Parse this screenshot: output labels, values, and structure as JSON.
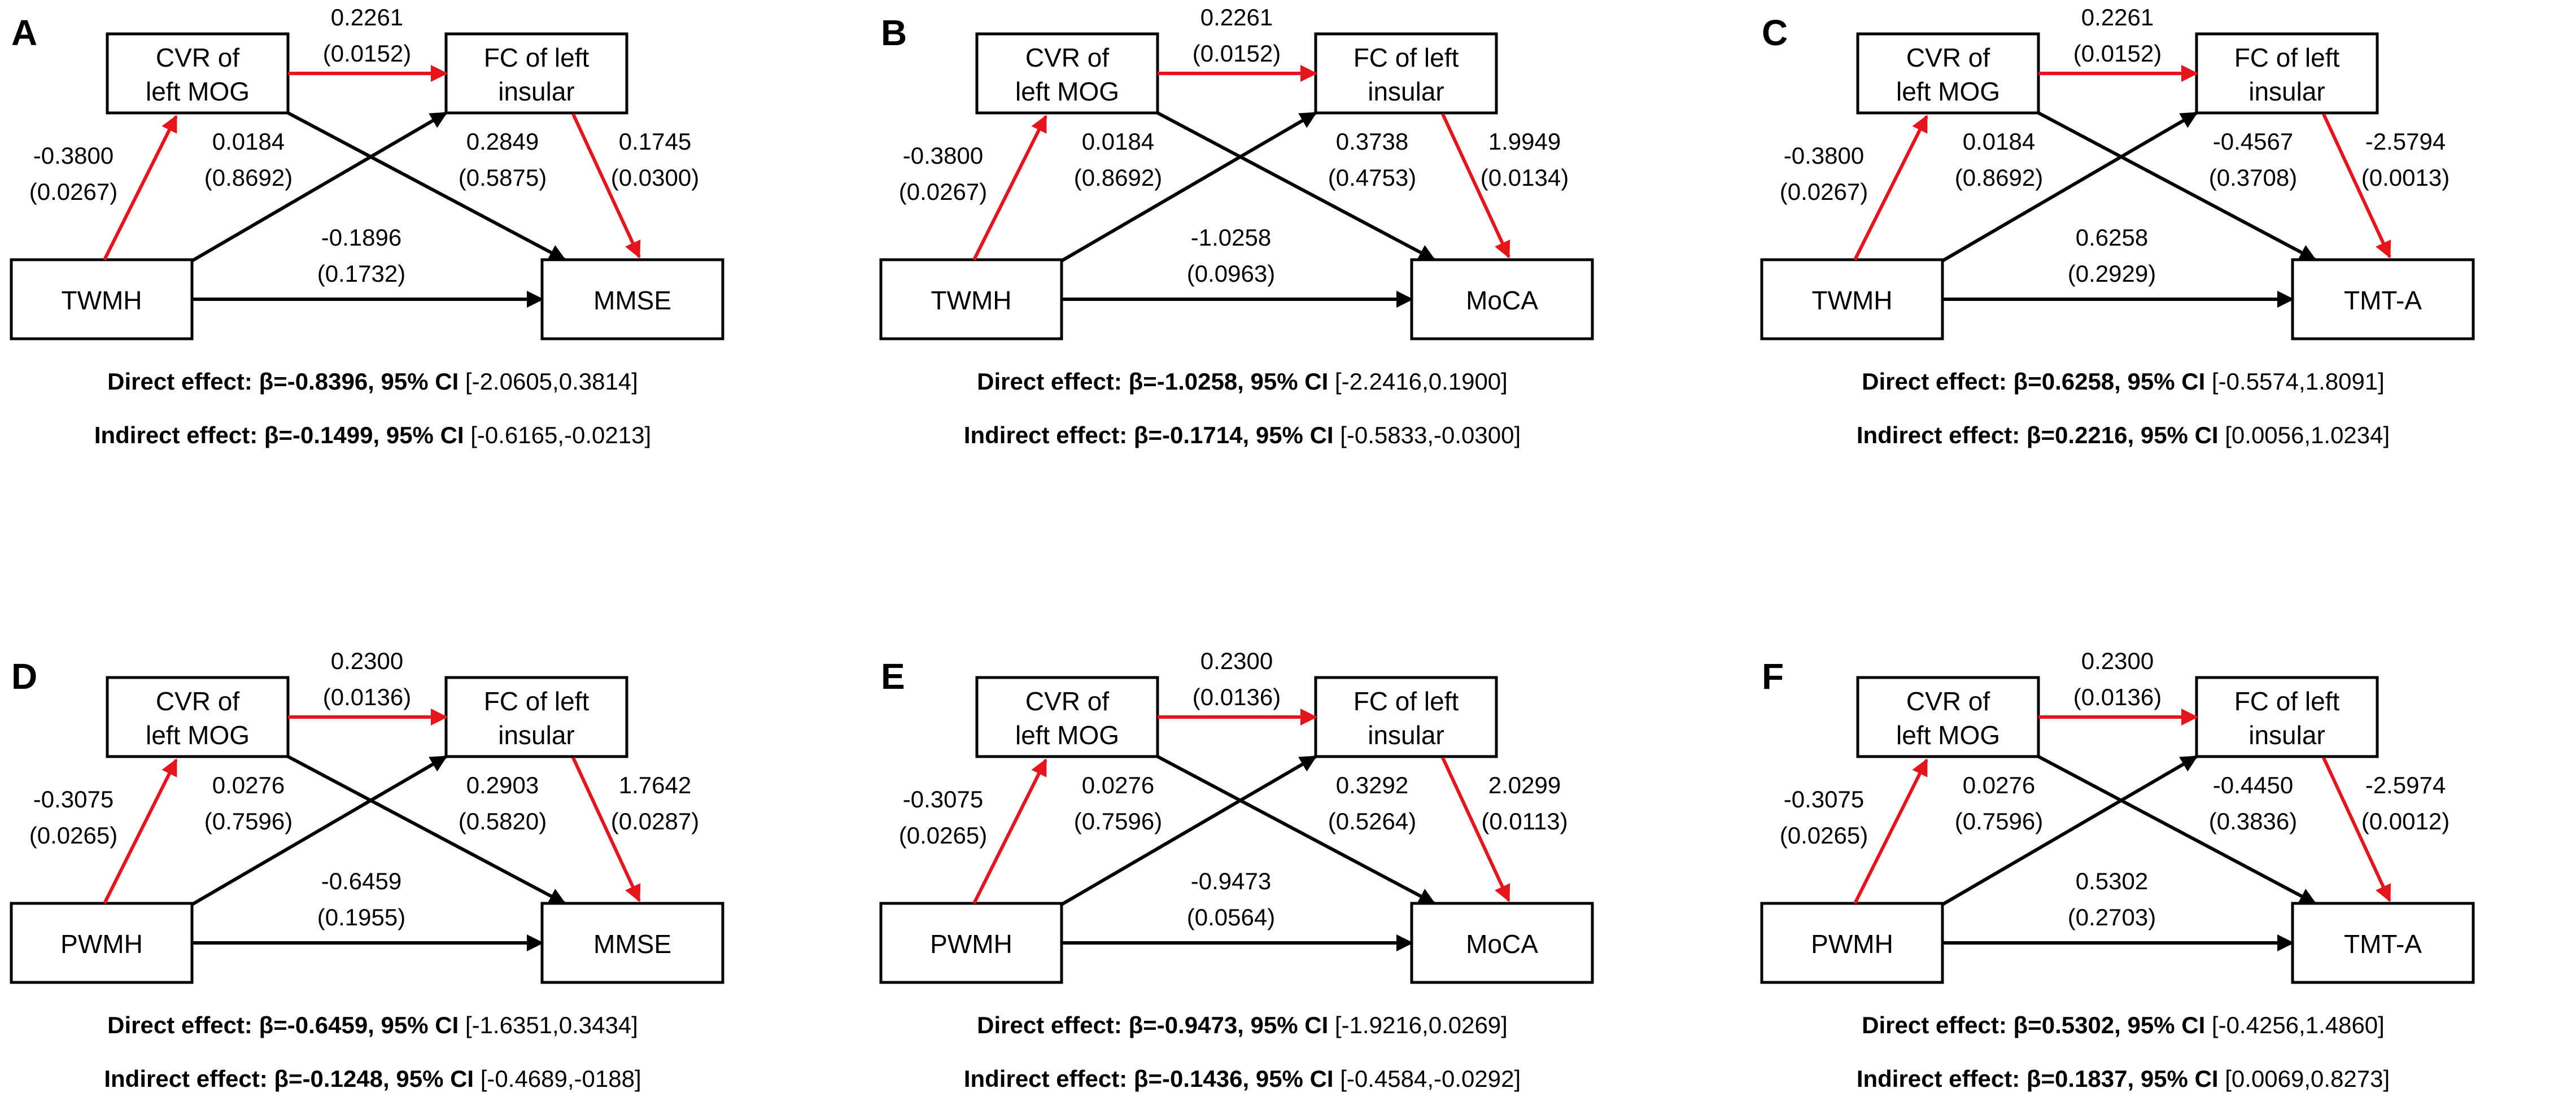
{
  "colors": {
    "mediation_path": "#e8141b",
    "other_path": "#000000",
    "box_stroke": "#000000",
    "text": "#000000"
  },
  "panels": [
    {
      "letter": "A",
      "nodes": {
        "mediator1": [
          "CVR of",
          "left MOG"
        ],
        "mediator2": [
          "FC of left",
          "insular"
        ],
        "predictor": "TWMH",
        "outcome": "MMSE"
      },
      "paths": {
        "m1_to_m2": [
          "0.2261",
          "(0.0152)"
        ],
        "x_to_m1": [
          "-0.3800",
          "(0.0267)"
        ],
        "x_to_m2": [
          "0.0184",
          "(0.8692)"
        ],
        "m1_to_y": [
          "0.2849",
          "(0.5875)"
        ],
        "m2_to_y": [
          "0.1745",
          "(0.0300)"
        ],
        "x_to_y": [
          "-0.1896",
          "(0.1732)"
        ]
      },
      "direct": {
        "label": "Direct effect:",
        "beta": "β=-0.8396,",
        "ci_label": "95%  CI",
        "ci": "[-2.0605,0.3814]"
      },
      "indirect": {
        "label": "Indirect effect:",
        "beta": "β=-0.1499,",
        "ci_label": "95%  CI",
        "ci": "[-0.6165,-0.0213]"
      }
    },
    {
      "letter": "B",
      "nodes": {
        "mediator1": [
          "CVR of",
          "left MOG"
        ],
        "mediator2": [
          "FC of left",
          "insular"
        ],
        "predictor": "TWMH",
        "outcome": "MoCA"
      },
      "paths": {
        "m1_to_m2": [
          "0.2261",
          "(0.0152)"
        ],
        "x_to_m1": [
          "-0.3800",
          "(0.0267)"
        ],
        "x_to_m2": [
          "0.0184",
          "(0.8692)"
        ],
        "m1_to_y": [
          "0.3738",
          "(0.4753)"
        ],
        "m2_to_y": [
          "1.9949",
          "(0.0134)"
        ],
        "x_to_y": [
          "-1.0258",
          "(0.0963)"
        ]
      },
      "direct": {
        "label": "Direct effect:",
        "beta": "β=-1.0258,",
        "ci_label": "95%  CI",
        "ci": "[-2.2416,0.1900]"
      },
      "indirect": {
        "label": "Indirect effect:",
        "beta": "β=-0.1714,",
        "ci_label": "95%  CI",
        "ci": "[-0.5833,-0.0300]"
      }
    },
    {
      "letter": "C",
      "nodes": {
        "mediator1": [
          "CVR of",
          "left MOG"
        ],
        "mediator2": [
          "FC of left",
          "insular"
        ],
        "predictor": "TWMH",
        "outcome": "TMT-A"
      },
      "paths": {
        "m1_to_m2": [
          "0.2261",
          "(0.0152)"
        ],
        "x_to_m1": [
          "-0.3800",
          "(0.0267)"
        ],
        "x_to_m2": [
          "0.0184",
          "(0.8692)"
        ],
        "m1_to_y": [
          "-0.4567",
          "(0.3708)"
        ],
        "m2_to_y": [
          "-2.5794",
          "(0.0013)"
        ],
        "x_to_y": [
          "0.6258",
          "(0.2929)"
        ]
      },
      "direct": {
        "label": "Direct effect:",
        "beta": "β=0.6258,",
        "ci_label": "95%  CI",
        "ci": "[-0.5574,1.8091]"
      },
      "indirect": {
        "label": "Indirect effect:",
        "beta": "β=0.2216,",
        "ci_label": "95%  CI",
        "ci": "[0.0056,1.0234]"
      }
    },
    {
      "letter": "D",
      "nodes": {
        "mediator1": [
          "CVR of",
          "left MOG"
        ],
        "mediator2": [
          "FC of left",
          "insular"
        ],
        "predictor": "PWMH",
        "outcome": "MMSE"
      },
      "paths": {
        "m1_to_m2": [
          "0.2300",
          "(0.0136)"
        ],
        "x_to_m1": [
          "-0.3075",
          "(0.0265)"
        ],
        "x_to_m2": [
          "0.0276",
          "(0.7596)"
        ],
        "m1_to_y": [
          "0.2903",
          "(0.5820)"
        ],
        "m2_to_y": [
          "1.7642",
          "(0.0287)"
        ],
        "x_to_y": [
          "-0.6459",
          "(0.1955)"
        ]
      },
      "direct": {
        "label": "Direct effect:",
        "beta": "β=-0.6459,",
        "ci_label": "95%  CI",
        "ci": "[-1.6351,0.3434]"
      },
      "indirect": {
        "label": "Indirect effect:",
        "beta": "β=-0.1248,",
        "ci_label": "95%  CI",
        "ci": "[-0.4689,-0188]"
      }
    },
    {
      "letter": "E",
      "nodes": {
        "mediator1": [
          "CVR of",
          "left MOG"
        ],
        "mediator2": [
          "FC of left",
          "insular"
        ],
        "predictor": "PWMH",
        "outcome": "MoCA"
      },
      "paths": {
        "m1_to_m2": [
          "0.2300",
          "(0.0136)"
        ],
        "x_to_m1": [
          "-0.3075",
          "(0.0265)"
        ],
        "x_to_m2": [
          "0.0276",
          "(0.7596)"
        ],
        "m1_to_y": [
          "0.3292",
          "(0.5264)"
        ],
        "m2_to_y": [
          "2.0299",
          "(0.0113)"
        ],
        "x_to_y": [
          "-0.9473",
          "(0.0564)"
        ]
      },
      "direct": {
        "label": "Direct effect:",
        "beta": "β=-0.9473,",
        "ci_label": "95%  CI",
        "ci": "[-1.9216,0.0269]"
      },
      "indirect": {
        "label": "Indirect effect:",
        "beta": "β=-0.1436,",
        "ci_label": "95%  CI",
        "ci": "[-0.4584,-0.0292]"
      }
    },
    {
      "letter": "F",
      "nodes": {
        "mediator1": [
          "CVR of",
          "left MOG"
        ],
        "mediator2": [
          "FC of left",
          "insular"
        ],
        "predictor": "PWMH",
        "outcome": "TMT-A"
      },
      "paths": {
        "m1_to_m2": [
          "0.2300",
          "(0.0136)"
        ],
        "x_to_m1": [
          "-0.3075",
          "(0.0265)"
        ],
        "x_to_m2": [
          "0.0276",
          "(0.7596)"
        ],
        "m1_to_y": [
          "-0.4450",
          "(0.3836)"
        ],
        "m2_to_y": [
          "-2.5974",
          "(0.0012)"
        ],
        "x_to_y": [
          "0.5302",
          "(0.2703)"
        ]
      },
      "direct": {
        "label": "Direct effect:",
        "beta": "β=0.5302,",
        "ci_label": "95%  CI",
        "ci": "[-0.4256,1.4860]"
      },
      "indirect": {
        "label": "Indirect effect:",
        "beta": "β=0.1837,",
        "ci_label": "95%  CI",
        "ci": "[0.0069,0.8273]"
      }
    }
  ]
}
